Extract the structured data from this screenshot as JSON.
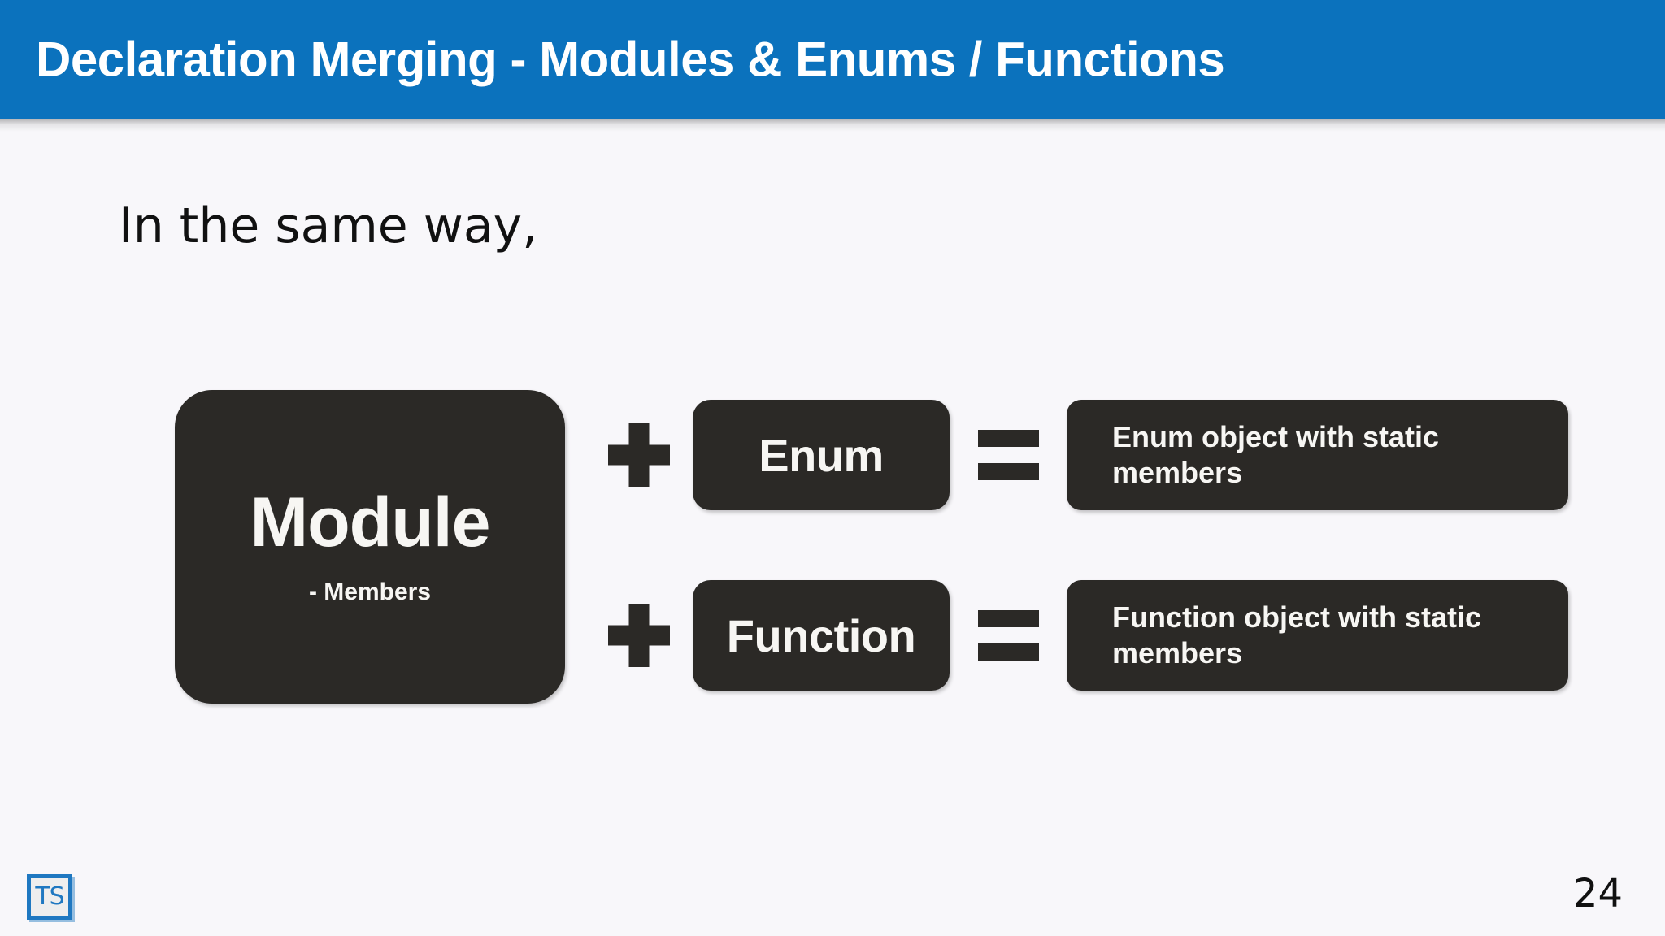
{
  "slide": {
    "title": "Declaration Merging - Modules & Enums / Functions",
    "intro_text": "In the same way,",
    "page_number": "24",
    "logo_text": "TS",
    "colors": {
      "banner_blue": "#0b72bd",
      "background": "#f8f7fa",
      "box_dark": "#2b2926",
      "box_text": "#f7f6f3",
      "logo_blue": "#1f78c1",
      "body_text": "#111111"
    }
  },
  "diagram": {
    "base": {
      "title": "Module",
      "subtitle": "- Members"
    },
    "operator_plus": "+",
    "operator_equals": "=",
    "rows": [
      {
        "operand": "Enum",
        "result": "Enum object with static members"
      },
      {
        "operand": "Function",
        "result": "Function object with static members"
      }
    ]
  }
}
